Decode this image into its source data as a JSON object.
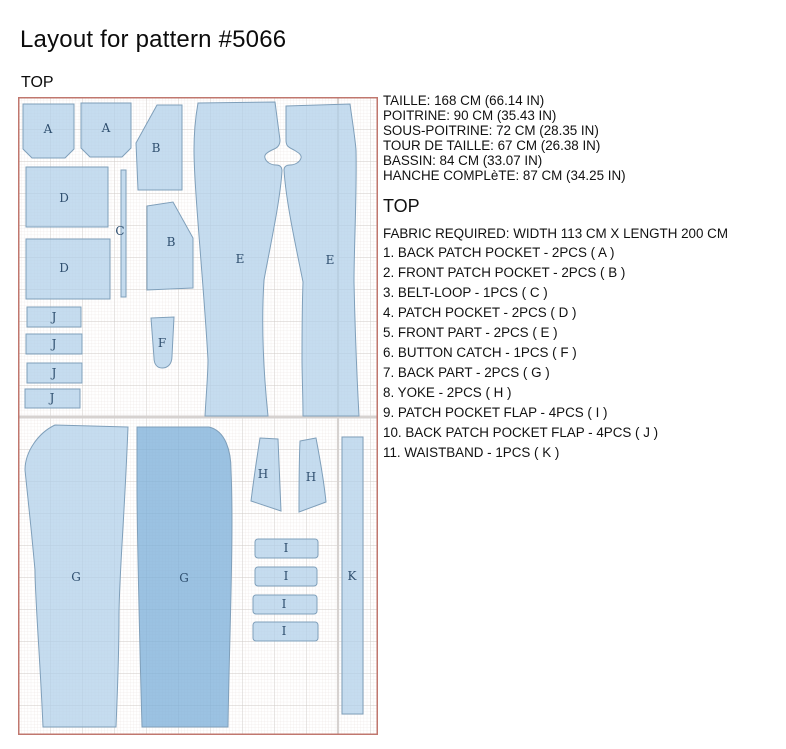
{
  "title": "Layout for pattern #5066",
  "section": "TOP",
  "measurements": [
    "TAILLE: 168 CM (66.14 IN)",
    "POITRINE: 90 CM (35.43 IN)",
    "SOUS-POITRINE: 72 CM (28.35 IN)",
    "TOUR DE TAILLE: 67 CM (26.38 IN)",
    "BASSIN: 84 CM (33.07 IN)",
    "HANCHE COMPLèTE: 87 CM (34.25 IN)"
  ],
  "details_heading": "TOP",
  "fabric_required": "FABRIC REQUIRED: WIDTH 113 CM X LENGTH 200 CM",
  "piece_list": [
    "1. BACK PATCH POCKET - 2PCS ( A )",
    "2. FRONT PATCH POCKET - 2PCS ( B )",
    "3. BELT-LOOP - 1PCS ( C )",
    "4. PATCH POCKET - 2PCS ( D )",
    "5. FRONT PART - 2PCS ( E )",
    "6. BUTTON CATCH - 1PCS ( F )",
    "7. BACK PART - 2PCS ( G )",
    "8. YOKE - 2PCS ( H )",
    "9. PATCH POCKET FLAP - 4PCS ( I )",
    "10. BACK PATCH POCKET FLAP - 4PCS ( J )",
    "11. WAISTBAND - 1PCS ( K )"
  ],
  "diagram": {
    "pieces": [
      {
        "id": "A1",
        "label": "A"
      },
      {
        "id": "A2",
        "label": "A"
      },
      {
        "id": "B1",
        "label": "B"
      },
      {
        "id": "B2",
        "label": "B"
      },
      {
        "id": "C",
        "label": "C"
      },
      {
        "id": "D1",
        "label": "D"
      },
      {
        "id": "D2",
        "label": "D"
      },
      {
        "id": "E1",
        "label": "E"
      },
      {
        "id": "E2",
        "label": "E"
      },
      {
        "id": "F",
        "label": "F"
      },
      {
        "id": "J1",
        "label": "J"
      },
      {
        "id": "J2",
        "label": "J"
      },
      {
        "id": "J3",
        "label": "J"
      },
      {
        "id": "J4",
        "label": "J"
      },
      {
        "id": "G1",
        "label": "G"
      },
      {
        "id": "G2",
        "label": "G"
      },
      {
        "id": "H1",
        "label": "H"
      },
      {
        "id": "H2",
        "label": "H"
      },
      {
        "id": "I1",
        "label": "I"
      },
      {
        "id": "I2",
        "label": "I"
      },
      {
        "id": "I3",
        "label": "I"
      },
      {
        "id": "I4",
        "label": "I"
      },
      {
        "id": "K",
        "label": "K"
      }
    ],
    "colors": {
      "border": "#c0776e",
      "grid_minor": "#eae2df",
      "grid_major": "#cfc9c6",
      "grid_super": "#d6d2d0",
      "piece_fill": "#c6ddef",
      "piece_fill_flipped": "#9bc2e2",
      "piece_stroke": "#7f9fba",
      "label_color": "#2e4e6e"
    }
  }
}
